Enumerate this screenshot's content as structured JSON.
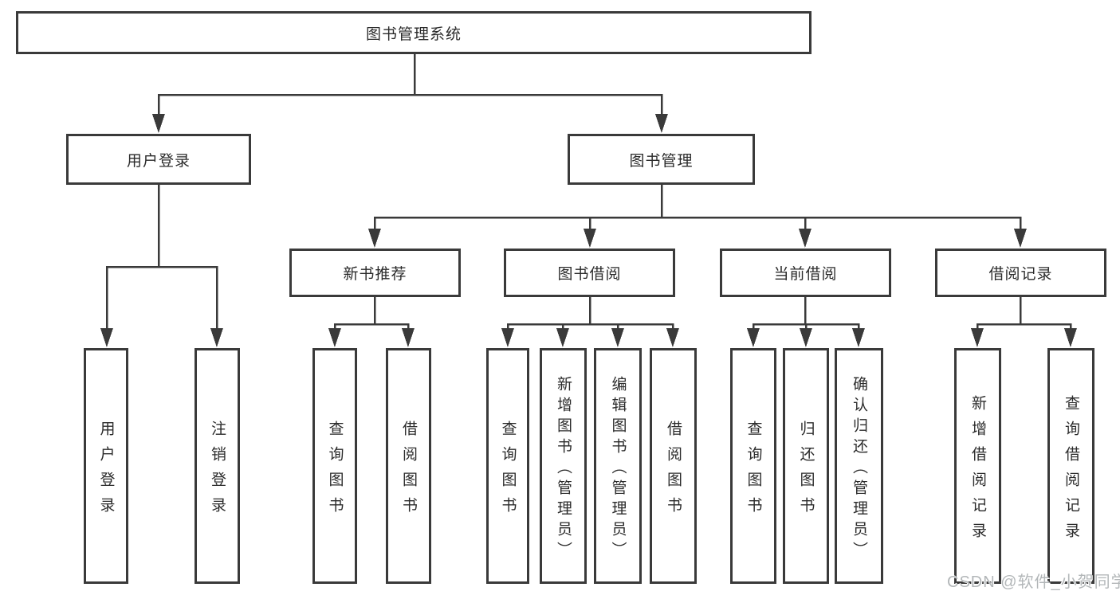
{
  "nodes": {
    "root": "图书管理系统",
    "level2": [
      "用户登录",
      "图书管理"
    ],
    "level3": [
      "新书推荐",
      "图书借阅",
      "当前借阅",
      "借阅记录"
    ],
    "leaves": [
      "用户登录",
      "注销登录",
      "查询图书",
      "借阅图书",
      "查询图书",
      "新增图书（管理员）",
      "编辑图书（管理员）",
      "借阅图书",
      "查询图书",
      "归还图书",
      "确认归还（管理员）",
      "新增借阅记录",
      "查询借阅记录"
    ]
  },
  "watermark": "CSDN @软件_小贺同学",
  "colors": {
    "line": "#3a3a3a",
    "border": "#3a3a3a",
    "text": "#2b2b2b",
    "background": "#ffffff",
    "watermark": "#b3b7b9"
  }
}
